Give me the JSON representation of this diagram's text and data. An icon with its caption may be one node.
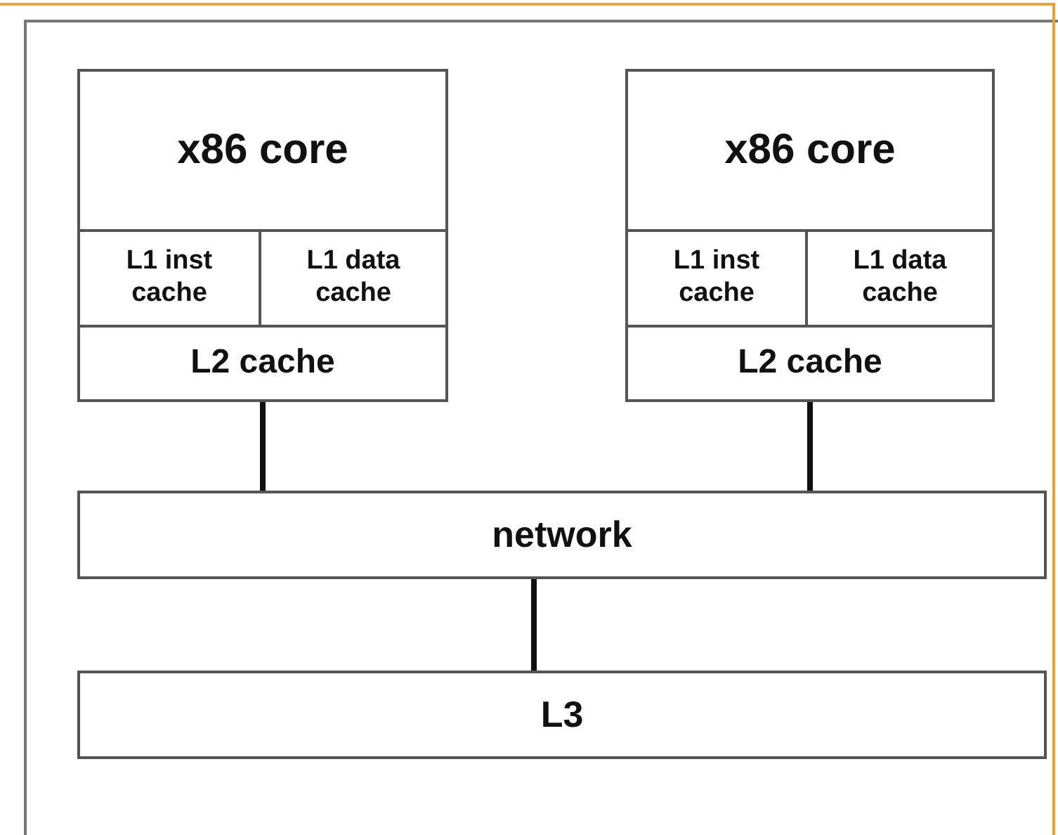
{
  "diagram": {
    "nodes": [
      {
        "text": [
          "x86 core"
        ]
      },
      {
        "text": [
          "L1 inst cache"
        ]
      },
      {
        "text": [
          "L1 data cache"
        ]
      },
      {
        "text": [
          "L2 cache"
        ]
      },
      {
        "text": [
          "x86 core"
        ]
      },
      {
        "text": [
          "L1 inst cache"
        ]
      },
      {
        "text": [
          "L1 data cache"
        ]
      },
      {
        "text": [
          "L2 cache"
        ]
      },
      {
        "text": [
          "network"
        ]
      },
      {
        "text": [
          "L3"
        ]
      }
    ],
    "edges": [
      {
        "from": 3,
        "to": 8,
        "arrow": "none"
      },
      {
        "from": 7,
        "to": 8,
        "arrow": "none"
      },
      {
        "from": 8,
        "to": 9,
        "arrow": "none"
      }
    ]
  }
}
